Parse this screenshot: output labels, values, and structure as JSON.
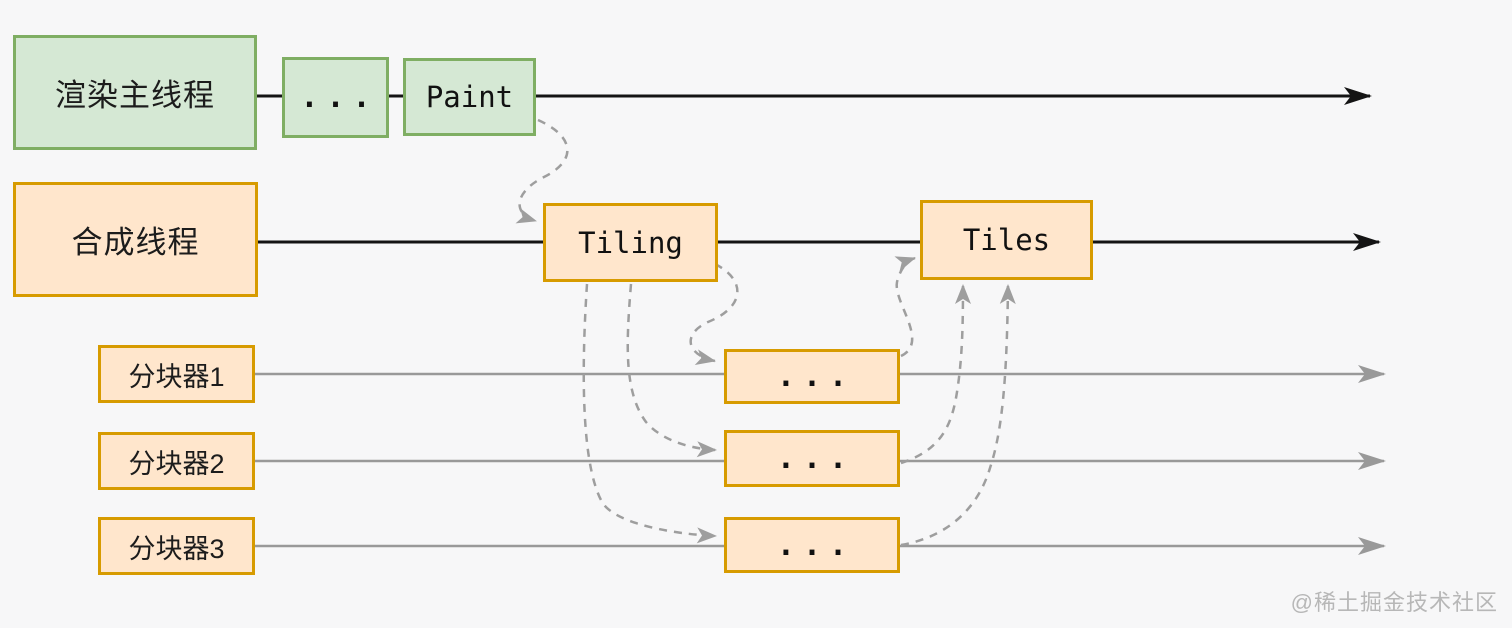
{
  "diagram": {
    "title_hint": "browser-render-pipeline-threads",
    "watermark": "@稀土掘金技术社区",
    "threads": {
      "render_main": {
        "label": "渲染主线程",
        "steps": {
          "dots": "...",
          "paint": "Paint"
        }
      },
      "compositor": {
        "label": "合成线程",
        "steps": {
          "tiling": "Tiling",
          "tiles": "Tiles"
        }
      },
      "tilers": [
        {
          "label": "分块器1",
          "step": "..."
        },
        {
          "label": "分块器2",
          "step": "..."
        },
        {
          "label": "分块器3",
          "step": "..."
        }
      ]
    },
    "colors": {
      "green_fill": "#d5e8d4",
      "green_border": "#7fae63",
      "orange_fill": "#ffe6cc",
      "orange_border": "#d79b00",
      "timeline_black": "#141414",
      "timeline_gray": "#999999",
      "dashed_gray": "#9e9e9e",
      "watermark_gray": "#b7b7b7",
      "background": "#f7f7f8"
    }
  }
}
